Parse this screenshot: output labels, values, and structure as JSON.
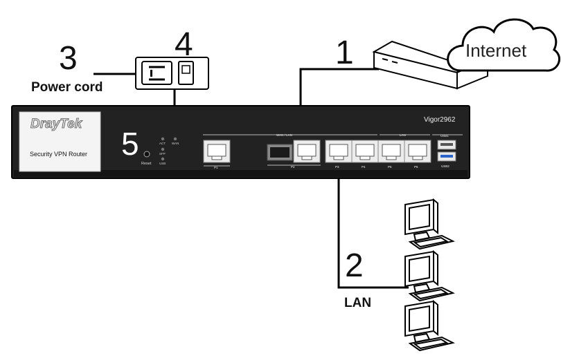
{
  "callouts": {
    "one": "1",
    "two": "2",
    "three": "3",
    "four": "4",
    "five": "5"
  },
  "labels": {
    "power_cord": "Power cord",
    "lan": "LAN",
    "internet": "Internet"
  },
  "router": {
    "brand": "DrayTek",
    "model": "Vigor2962",
    "subtitle": "Security VPN Router",
    "leds": [
      "ACT",
      "WAN",
      "SFP",
      "USB"
    ],
    "reset_label": "Reset",
    "group_wan_lan": "WAN / LAN",
    "group_lan": "LAN",
    "port_labels": [
      "P1",
      "P2",
      "P3",
      "P4",
      "P5",
      "P6"
    ],
    "usb_labels": [
      "USB1",
      "USB2"
    ]
  }
}
